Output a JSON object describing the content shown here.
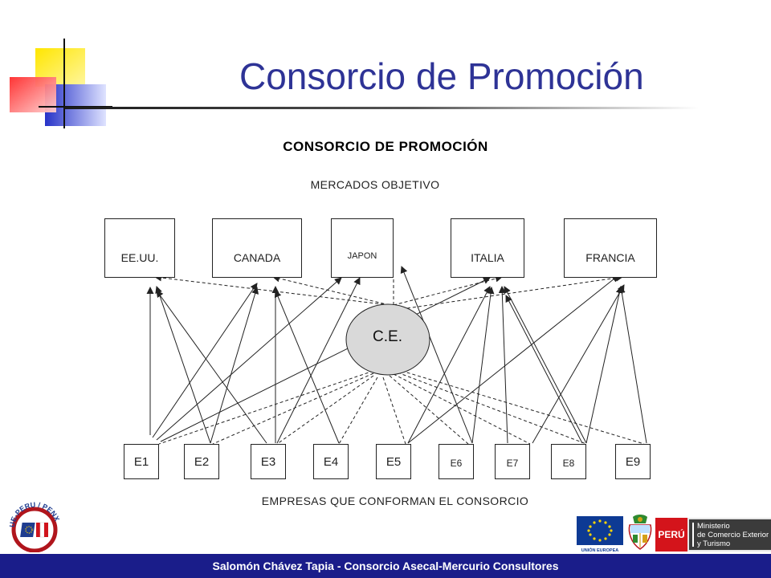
{
  "slide": {
    "title": "Consorcio de Promoción",
    "footer": "Salomón Chávez Tapia - Consorcio Asecal-Mercurio Consultores"
  },
  "diagram": {
    "title": "CONSORCIO  DE  PROMOCIÓN",
    "markets_label": "MERCADOS  OBJETIVO",
    "companies_label": "EMPRESAS  QUE  CONFORMAN  EL  CONSORCIO",
    "center_label": "C.E.",
    "markets": [
      "EE.UU.",
      "CANADA",
      "JAPON",
      "ITALIA",
      "FRANCIA"
    ],
    "companies": [
      "E1",
      "E2",
      "E3",
      "E4",
      "E5",
      "E6",
      "E7",
      "E8",
      "E9"
    ]
  },
  "logos": {
    "ue_peru_penx": "UE-PERU / PENX",
    "union_europea": "UNIÓN EUROPEA",
    "peru": "PERÚ",
    "mincetur": [
      "Ministerio",
      "de Comercio Exterior",
      "y Turismo"
    ]
  },
  "colors": {
    "title": "#2e3396",
    "footer_bg": "#1a1d8a",
    "ce_fill": "#d9d9d9",
    "deco_yellow": "#ffd700",
    "deco_red": "#ff3b3b",
    "deco_blue": "#2b3acb"
  }
}
